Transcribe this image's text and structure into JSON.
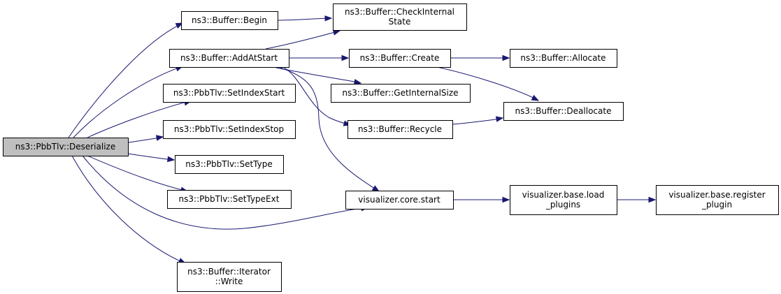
{
  "graph": {
    "nodes": [
      {
        "id": "root",
        "lines": [
          "ns3::PbbTlv::Deserialize"
        ],
        "root": true
      },
      {
        "id": "begin",
        "lines": [
          "ns3::Buffer::Begin"
        ]
      },
      {
        "id": "addatstart",
        "lines": [
          "ns3::Buffer::AddAtStart"
        ]
      },
      {
        "id": "setindexstart",
        "lines": [
          "ns3::PbbTlv::SetIndexStart"
        ]
      },
      {
        "id": "setindexstop",
        "lines": [
          "ns3::PbbTlv::SetIndexStop"
        ]
      },
      {
        "id": "settype",
        "lines": [
          "ns3::PbbTlv::SetType"
        ]
      },
      {
        "id": "settypeext",
        "lines": [
          "ns3::PbbTlv::SetTypeExt"
        ]
      },
      {
        "id": "write",
        "lines": [
          "ns3::Buffer::Iterator",
          "::Write"
        ]
      },
      {
        "id": "checkinternal",
        "lines": [
          "ns3::Buffer::CheckInternal",
          "State"
        ]
      },
      {
        "id": "create",
        "lines": [
          "ns3::Buffer::Create"
        ]
      },
      {
        "id": "getinternalsize",
        "lines": [
          "ns3::Buffer::GetInternalSize"
        ]
      },
      {
        "id": "recycle",
        "lines": [
          "ns3::Buffer::Recycle"
        ]
      },
      {
        "id": "vizstart",
        "lines": [
          "visualizer.core.start"
        ]
      },
      {
        "id": "allocate",
        "lines": [
          "ns3::Buffer::Allocate"
        ]
      },
      {
        "id": "deallocate",
        "lines": [
          "ns3::Buffer::Deallocate"
        ]
      },
      {
        "id": "loadplugins",
        "lines": [
          "visualizer.base.load",
          "_plugins"
        ]
      },
      {
        "id": "registerplugin",
        "lines": [
          "visualizer.base.register",
          "_plugin"
        ]
      }
    ],
    "edges": [
      {
        "from": "root",
        "to": "begin"
      },
      {
        "from": "root",
        "to": "addatstart"
      },
      {
        "from": "root",
        "to": "setindexstart"
      },
      {
        "from": "root",
        "to": "setindexstop"
      },
      {
        "from": "root",
        "to": "settype"
      },
      {
        "from": "root",
        "to": "settypeext"
      },
      {
        "from": "root",
        "to": "vizstart"
      },
      {
        "from": "root",
        "to": "write"
      },
      {
        "from": "begin",
        "to": "checkinternal"
      },
      {
        "from": "addatstart",
        "to": "checkinternal"
      },
      {
        "from": "addatstart",
        "to": "create"
      },
      {
        "from": "addatstart",
        "to": "getinternalsize"
      },
      {
        "from": "addatstart",
        "to": "recycle"
      },
      {
        "from": "addatstart",
        "to": "vizstart"
      },
      {
        "from": "create",
        "to": "allocate"
      },
      {
        "from": "create",
        "to": "deallocate"
      },
      {
        "from": "recycle",
        "to": "deallocate"
      },
      {
        "from": "vizstart",
        "to": "loadplugins"
      },
      {
        "from": "loadplugins",
        "to": "registerplugin"
      }
    ],
    "colors": {
      "edge": "#191970",
      "root_fill": "#bfbfbf",
      "node_fill": "#ffffff",
      "border": "#000000"
    }
  }
}
